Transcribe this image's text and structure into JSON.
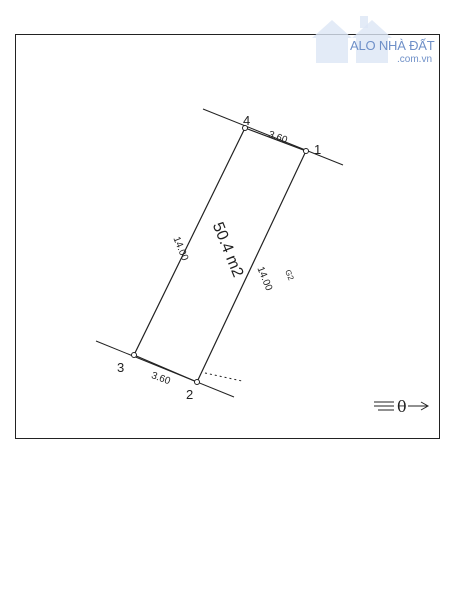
{
  "watermark": {
    "brand": "ALO NHÀ ĐẤT",
    "domain": ".com.vn"
  },
  "plan": {
    "area": "50.4 m2",
    "vertices": [
      "1",
      "2",
      "3",
      "4"
    ],
    "top_side": "3.60",
    "bottom_side": "3.60",
    "left_side": "14.00",
    "right_side": "14.00",
    "neighbor_label": "G2",
    "north_symbol": "θ"
  },
  "colors": {
    "line": "#222222",
    "watermark": "#6f90c8"
  }
}
